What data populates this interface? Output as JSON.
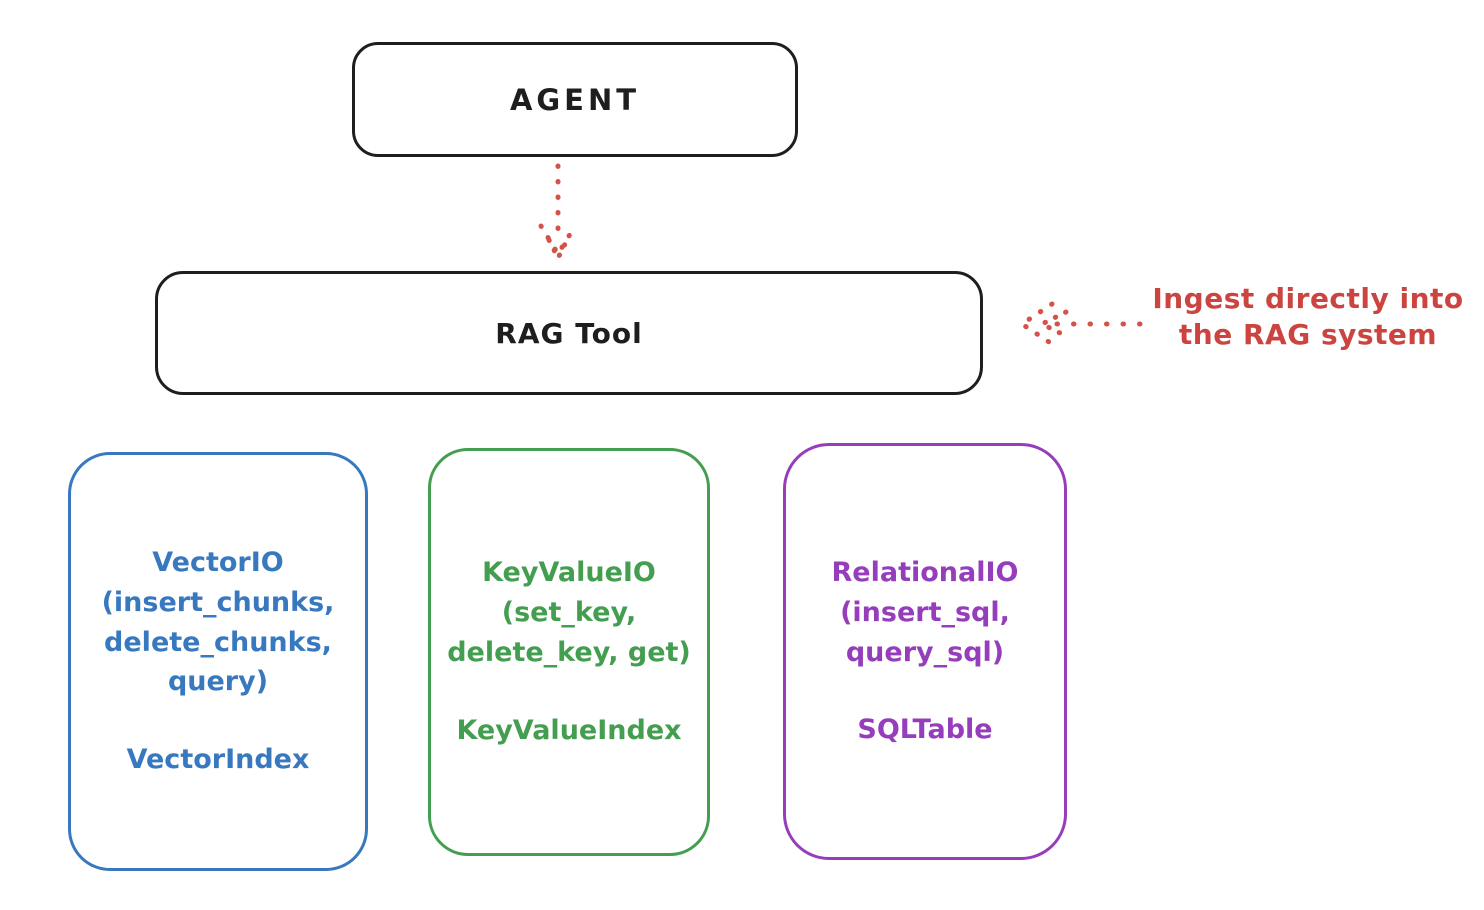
{
  "diagram": {
    "agent": {
      "label": "AGENT"
    },
    "rag_tool": {
      "label": "RAG Tool"
    },
    "annotation": {
      "text": "Ingest directly into\nthe RAG system",
      "color": "#cc4440"
    },
    "io_boxes": [
      {
        "id": "vector-io",
        "methods": "VectorIO\n(insert_chunks,\ndelete_chunks,\nquery)",
        "index": "VectorIndex",
        "color": "#3878bf"
      },
      {
        "id": "keyvalue-io",
        "methods": "KeyValueIO\n(set_key,\ndelete_key, get)",
        "index": "KeyValueIndex",
        "color": "#449e4f"
      },
      {
        "id": "relational-io",
        "methods": "RelationalIO\n(insert_sql,\nquery_sql)",
        "index": "SQLTable",
        "color": "#963dbb"
      }
    ],
    "colors": {
      "stroke": "#1e1e1e",
      "arrow_red": "#cc4440",
      "background": "#ffffff"
    }
  }
}
